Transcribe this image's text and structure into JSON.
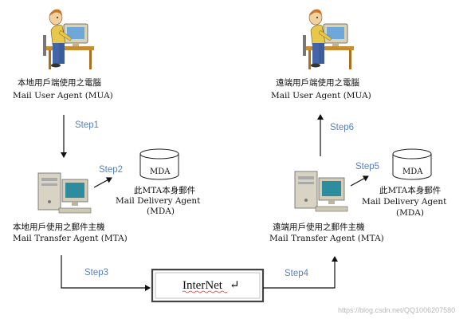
{
  "local": {
    "client_cn": "本地用戶端使用之電腦",
    "client_en": "Mail User Agent (MUA)",
    "server_cn": "本地用戶使用之郵件主機",
    "server_en": "Mail Transfer Agent (MTA)",
    "mda_box": "MDA",
    "mda_cn": "此MTA本身郵件",
    "mda_en": "Mail Delivery Agent",
    "mda_abbr": "(MDA)"
  },
  "remote": {
    "client_cn": "遠端用戶端使用之電腦",
    "client_en": "Mail User Agent (MUA)",
    "server_cn": "遠端用戶使用之郵件主機",
    "server_en": "Mail Transfer Agent (MTA)",
    "mda_box": "MDA",
    "mda_cn": "此MTA本身郵件",
    "mda_en": "Mail Delivery Agent",
    "mda_abbr": "(MDA)"
  },
  "steps": {
    "step1": "Step1",
    "step2": "Step2",
    "step3": "Step3",
    "step4": "Step4",
    "step5": "Step5",
    "step6": "Step6"
  },
  "internet_label": "InterNet",
  "internet_mark": "↵",
  "watermark": "https://blog.csdn.net/QQ1006207580",
  "icons": {
    "user": "person-at-computer-icon",
    "server": "desktop-computer-icon",
    "mda": "database-cylinder-icon"
  },
  "colors": {
    "step_text": "#5b7fbd",
    "arrow": "#111111",
    "internet_border": "#444444"
  }
}
